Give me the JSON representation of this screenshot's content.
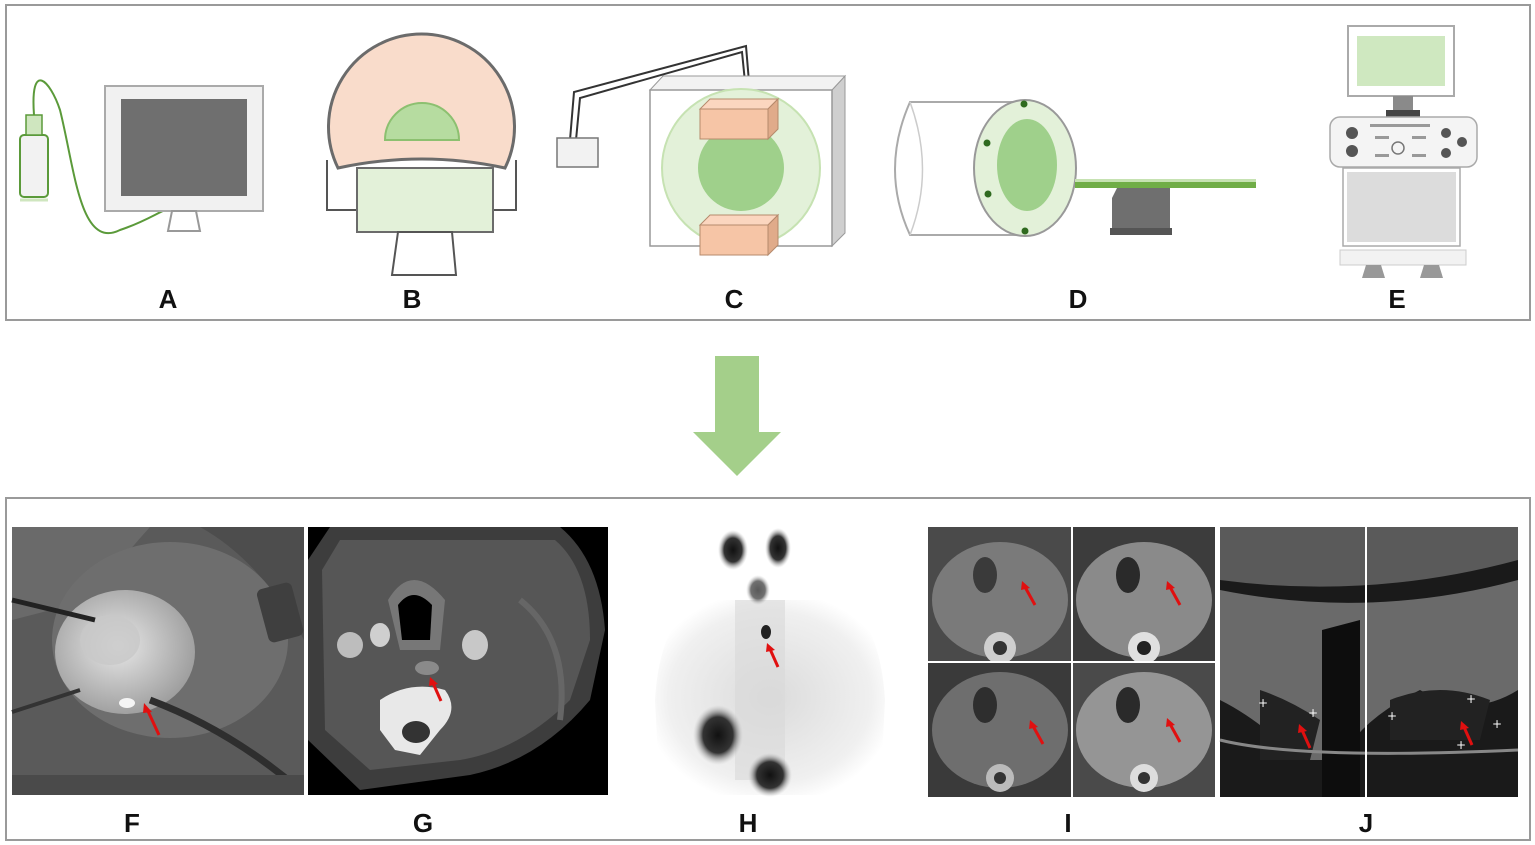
{
  "top_panel": {
    "labels": [
      "A",
      "B",
      "C",
      "D",
      "E"
    ]
  },
  "bottom_panel": {
    "labels": [
      "F",
      "G",
      "H",
      "I",
      "J"
    ]
  },
  "colors": {
    "light_green": "#e3f1d9",
    "mid_green": "#a9d08e",
    "dark_green": "#5b9a3a",
    "peach": "#f9dccb",
    "orange_block": "#f6c5a6",
    "gray_screen": "#6f6f6f",
    "arrow_green": "#a4cf8a",
    "marker_red": "#e01010"
  }
}
